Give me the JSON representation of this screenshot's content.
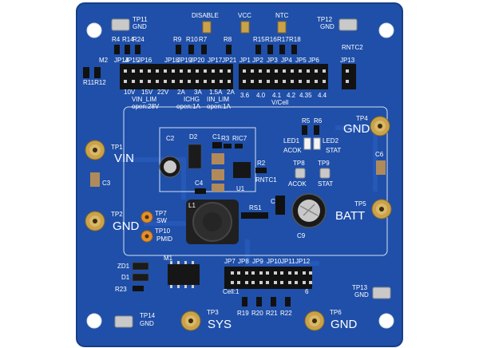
{
  "board": {
    "labels_top": {
      "tp11": "TP11",
      "tp11_gnd": "GND",
      "tp12": "TP12",
      "tp12_gnd": "GND",
      "disable": "DISABLE",
      "vcc": "VCC",
      "ntc": "NTC",
      "rntc2": "RNTC2",
      "m2": "M2",
      "r11r12": "R11R12"
    },
    "resistors_top": [
      "R4",
      "R14",
      "R24",
      "R9",
      "R10",
      "R7",
      "R8",
      "R15",
      "R16",
      "R17",
      "R18"
    ],
    "jumpers_top": [
      "JP14",
      "JP15",
      "JP16",
      "JP18",
      "JP19",
      "JP20",
      "JP17",
      "JP21",
      "JP1",
      "JP2",
      "JP3",
      "JP4",
      "JP5",
      "JP6",
      "JP13"
    ],
    "vin_lim_values": [
      "10V",
      "15V",
      "22V"
    ],
    "vin_lim_label": "VIN_LIM",
    "vin_lim_open": "open:28V",
    "ichg_values": [
      "2A",
      "3A"
    ],
    "ichg_label": "ICHG",
    "ichg_open": "open:1A",
    "iin_lim_values": [
      "1.5A",
      "2A"
    ],
    "iin_lim_label": "IIN_LIM",
    "iin_lim_open": "open:1A",
    "vcell_values": [
      "3.6",
      "4.0",
      "4.1",
      "4.2",
      "4.35",
      "4.4"
    ],
    "vcell_label": "V/Cell",
    "right_side": {
      "tp4": "TP4",
      "tp4_gnd": "GND",
      "r5": "R5",
      "r6": "R6",
      "led1": "LED1",
      "led2": "LED2",
      "acok": "ACOK",
      "stat": "STAT",
      "tp8": "TP8",
      "tp9": "TP9",
      "tp8_acok": "ACOK",
      "tp9_stat": "STAT",
      "c6": "C6",
      "c8": "C8",
      "c9": "C9",
      "tp5": "TP5",
      "batt": "BATT",
      "r2": "R2",
      "rntc1": "RNTC1"
    },
    "left_side": {
      "tp1": "TP1",
      "vin": "VIN",
      "c3": "C3",
      "tp2": "TP2",
      "tp2_gnd": "GND",
      "tp7": "TP7",
      "sw": "SW",
      "tp10": "TP10",
      "pmid": "PMID"
    },
    "center": {
      "c2": "C2",
      "d2": "D2",
      "c1": "C1",
      "r3": "R3",
      "ric7": "RIC7",
      "c4": "C4",
      "u1": "U1",
      "l1": "L1",
      "rs1": "RS1"
    },
    "bottom": {
      "zd1": "ZD1",
      "d1": "D1",
      "r23": "R23",
      "m1": "M1",
      "jumpers": [
        "JP7",
        "JP8",
        "JP9",
        "JP10",
        "JP11",
        "JP12"
      ],
      "cell": "Cell:1",
      "cell_right": "6",
      "resistors": [
        "R19",
        "R20",
        "R21",
        "R22"
      ],
      "tp14": "TP14",
      "tp14_gnd": "GND",
      "tp3": "TP3",
      "sys": "SYS",
      "tp6": "TP6",
      "tp6_gnd": "GND",
      "tp13": "TP13",
      "tp13_gnd": "GND"
    }
  }
}
